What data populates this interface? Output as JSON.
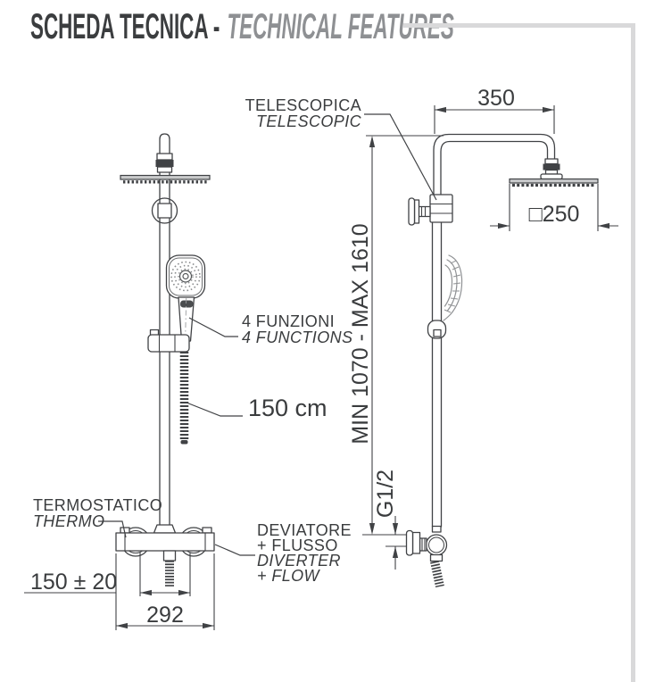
{
  "header": {
    "title_primary": "SCHEDA TECNICA -",
    "title_secondary": "TECHNICAL FEATURES"
  },
  "front_view": {
    "hand_shower_label": {
      "it": "4 FUNZIONI",
      "en": "4 FUNCTIONS"
    },
    "hose_label": "150 cm",
    "thermostat_label": {
      "it": "TERMOSTATICO",
      "en": "THERMO"
    },
    "diverter_label": {
      "it1": "DEVIATORE",
      "it2": "+ FLUSSO",
      "en1": "DIVERTER",
      "en2": "+ FLOW"
    },
    "dim_inlet_distance": "150 ± 20",
    "dim_body_width": "292"
  },
  "side_view": {
    "telescopic_label": {
      "it": "TELESCOPICA",
      "en": "TELESCOPIC"
    },
    "dim_arm_projection": "350",
    "dim_head_size": "□250",
    "dim_height_range": "MIN 1070 - MAX 1610",
    "dim_connection_thread": "G1/2"
  },
  "colors": {
    "drawing_line": "#404245",
    "label_text": "#3a3c3e",
    "title_primary": "#3b3d3f",
    "title_secondary": "#8e9093",
    "frame_line": "#d9d9da"
  }
}
